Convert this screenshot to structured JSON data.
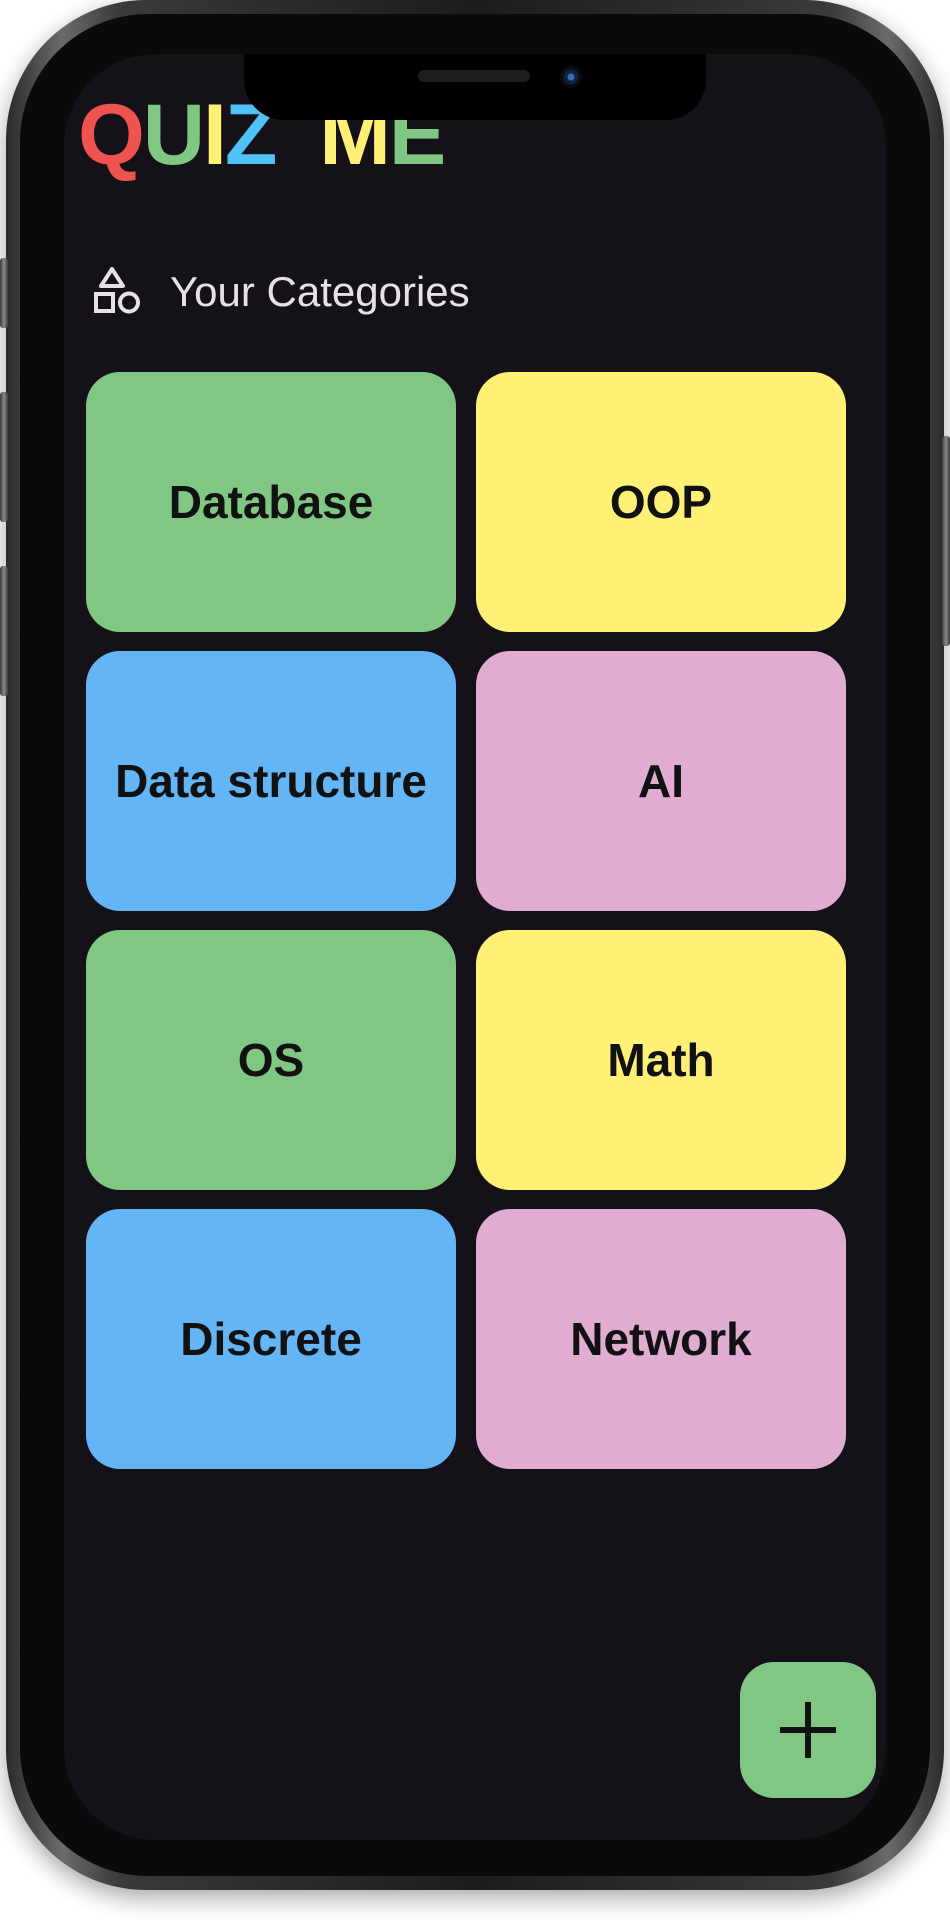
{
  "app": {
    "logo_letters": [
      {
        "char": "Q",
        "color": "#ef5350"
      },
      {
        "char": "U",
        "color": "#81c784"
      },
      {
        "char": "I",
        "color": "#fff176"
      },
      {
        "char": "Z",
        "color": "#4fc3f7"
      },
      {
        "char": "  ",
        "color": "#ffffff"
      },
      {
        "char": "M",
        "color": "#fff176"
      },
      {
        "char": "E",
        "color": "#81c784"
      }
    ]
  },
  "section": {
    "title": "Your Categories",
    "icon": "shapes-icon"
  },
  "categories": [
    {
      "label": "Database",
      "color": "#81c784"
    },
    {
      "label": "OOP",
      "color": "#fff176"
    },
    {
      "label": "Data structure",
      "color": "#64b5f6"
    },
    {
      "label": "AI",
      "color": "#e1acd2"
    },
    {
      "label": "OS",
      "color": "#81c784"
    },
    {
      "label": "Math",
      "color": "#fff176"
    },
    {
      "label": "Discrete",
      "color": "#64b5f6"
    },
    {
      "label": "Network",
      "color": "#e1acd2"
    }
  ],
  "fab": {
    "icon": "plus-icon",
    "color": "#81c784"
  },
  "colors": {
    "background": "#141218",
    "text_secondary": "#e6e1e5"
  }
}
